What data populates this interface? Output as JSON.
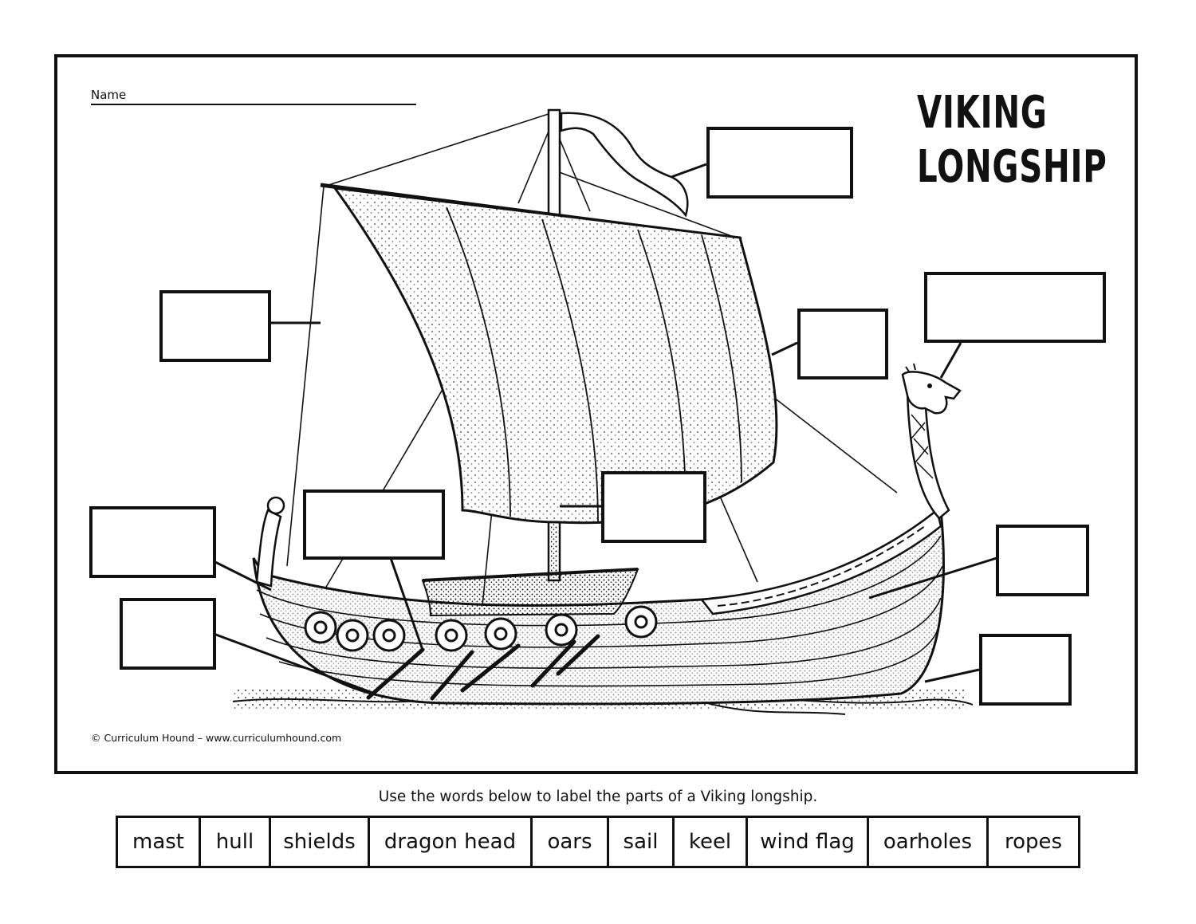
{
  "header": {
    "name_label": "Name",
    "title_line1": "VIKING",
    "title_line2": "LONGSHIP"
  },
  "footer": {
    "credit": "© Curriculum Hound – www.curriculumhound.com",
    "instructions": "Use the words below to label the parts of a Viking longship."
  },
  "word_bank": {
    "words": [
      "mast",
      "hull",
      "shields",
      "dragon head",
      "oars",
      "sail",
      "keel",
      "wind flag",
      "oarholes",
      "ropes"
    ]
  },
  "label_boxes": {
    "count_note": ""
  },
  "colors": {
    "ink": "#111111",
    "paper": "#ffffff"
  }
}
